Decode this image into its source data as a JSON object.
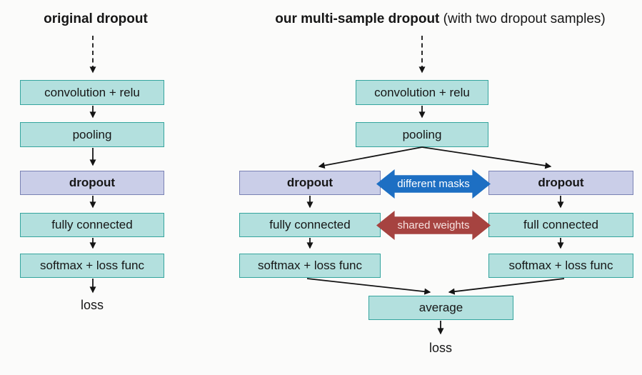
{
  "colors": {
    "teal_fill": "#b3e0de",
    "teal_border": "#35a59e",
    "purple_fill": "#cacee8",
    "purple_border": "#7a82b4",
    "arrow_blue": "#1d6fc3",
    "arrow_red": "#a64340",
    "blue_label_color": "#ffffff",
    "red_label_color": "#f6e3e1",
    "line_color": "#141414",
    "background": "#fbfbfa"
  },
  "left_diagram": {
    "title": "original dropout",
    "boxes": {
      "conv": "convolution + relu",
      "pooling": "pooling",
      "dropout": "dropout",
      "fc": "fully connected",
      "softmax": "softmax + loss func"
    },
    "output_label": "loss"
  },
  "right_diagram": {
    "title_bold": "our multi-sample dropout",
    "title_note": "(with two dropout samples)",
    "shared": {
      "conv": "convolution + relu",
      "pooling": "pooling"
    },
    "branch_left": {
      "dropout": "dropout",
      "fc": "fully connected",
      "softmax": "softmax + loss func"
    },
    "branch_right": {
      "dropout": "dropout",
      "fc": "full connected",
      "softmax": "softmax + loss func"
    },
    "annotations": {
      "masks": "different masks",
      "weights": "shared weights"
    },
    "average": "average",
    "output_label": "loss"
  }
}
